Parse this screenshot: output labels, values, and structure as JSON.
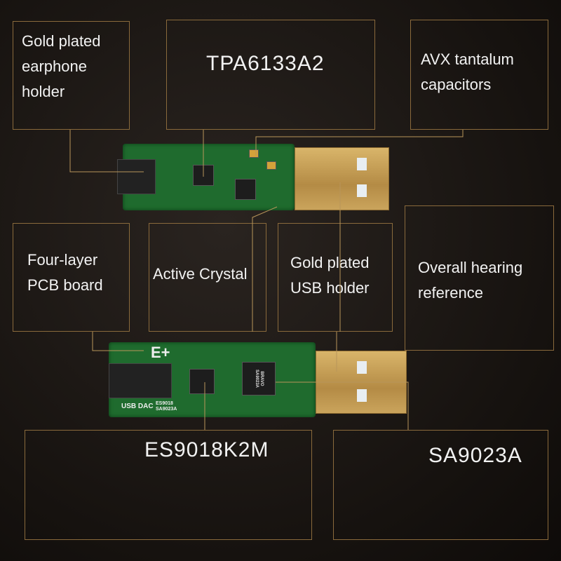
{
  "labels": {
    "earphone": "Gold plated\nearphone\nholder",
    "tpa": "TPA6133A2",
    "avx": "AVX tantalum\ncapacitors",
    "pcb": "Four-layer\nPCB board",
    "crystal": "Active Crystal",
    "usb": "Gold plated\nUSB holder",
    "overall": "Overall hearing\nreference",
    "es": "ES9018K2M",
    "sa": "SA9023A"
  },
  "board_silkscreen": {
    "logo": "E+",
    "usb_dac": "USB DAC",
    "chips": "ES9018\nSA9023A",
    "chip_mark": "BRAVO SA9023A"
  },
  "colors": {
    "border": "#8a6a3c",
    "pcb": "#1f6b2e",
    "gold": "#c9a25a",
    "background": "#1a1613"
  }
}
